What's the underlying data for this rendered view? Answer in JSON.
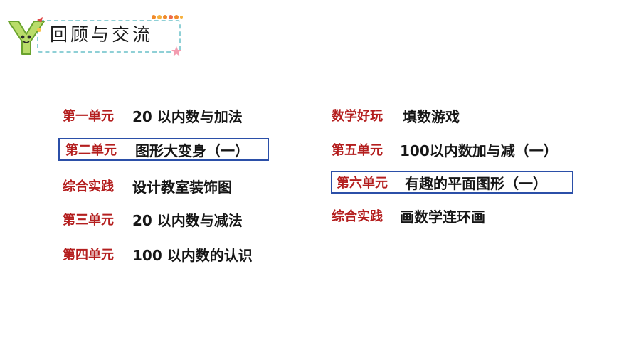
{
  "header": {
    "title": "回顾与交流",
    "logo_icon": "letter-y-mascot-icon"
  },
  "colors": {
    "unit_label": "#b41e1e",
    "title_text": "#161616",
    "highlight_border": "#2b4fa8",
    "header_border": "#8fd0d6"
  },
  "left_units": [
    {
      "label": "第一单元",
      "title": "20 以内数与加法"
    },
    {
      "label": "第二单元",
      "title": "图形大变身（一）",
      "highlighted": true
    },
    {
      "label": "综合实践",
      "title": "设计教室装饰图"
    },
    {
      "label": "第三单元",
      "title": "20 以内数与减法"
    },
    {
      "label": "第四单元",
      "title": "100 以内数的认识"
    }
  ],
  "right_units": [
    {
      "label": "数学好玩",
      "title": "填数游戏"
    },
    {
      "label": "第五单元",
      "title": "100以内数加与减（一）"
    },
    {
      "label": "第六单元",
      "title": "有趣的平面图形（一）",
      "highlighted": true
    },
    {
      "label": "综合实践",
      "title": "画数学连环画"
    }
  ]
}
